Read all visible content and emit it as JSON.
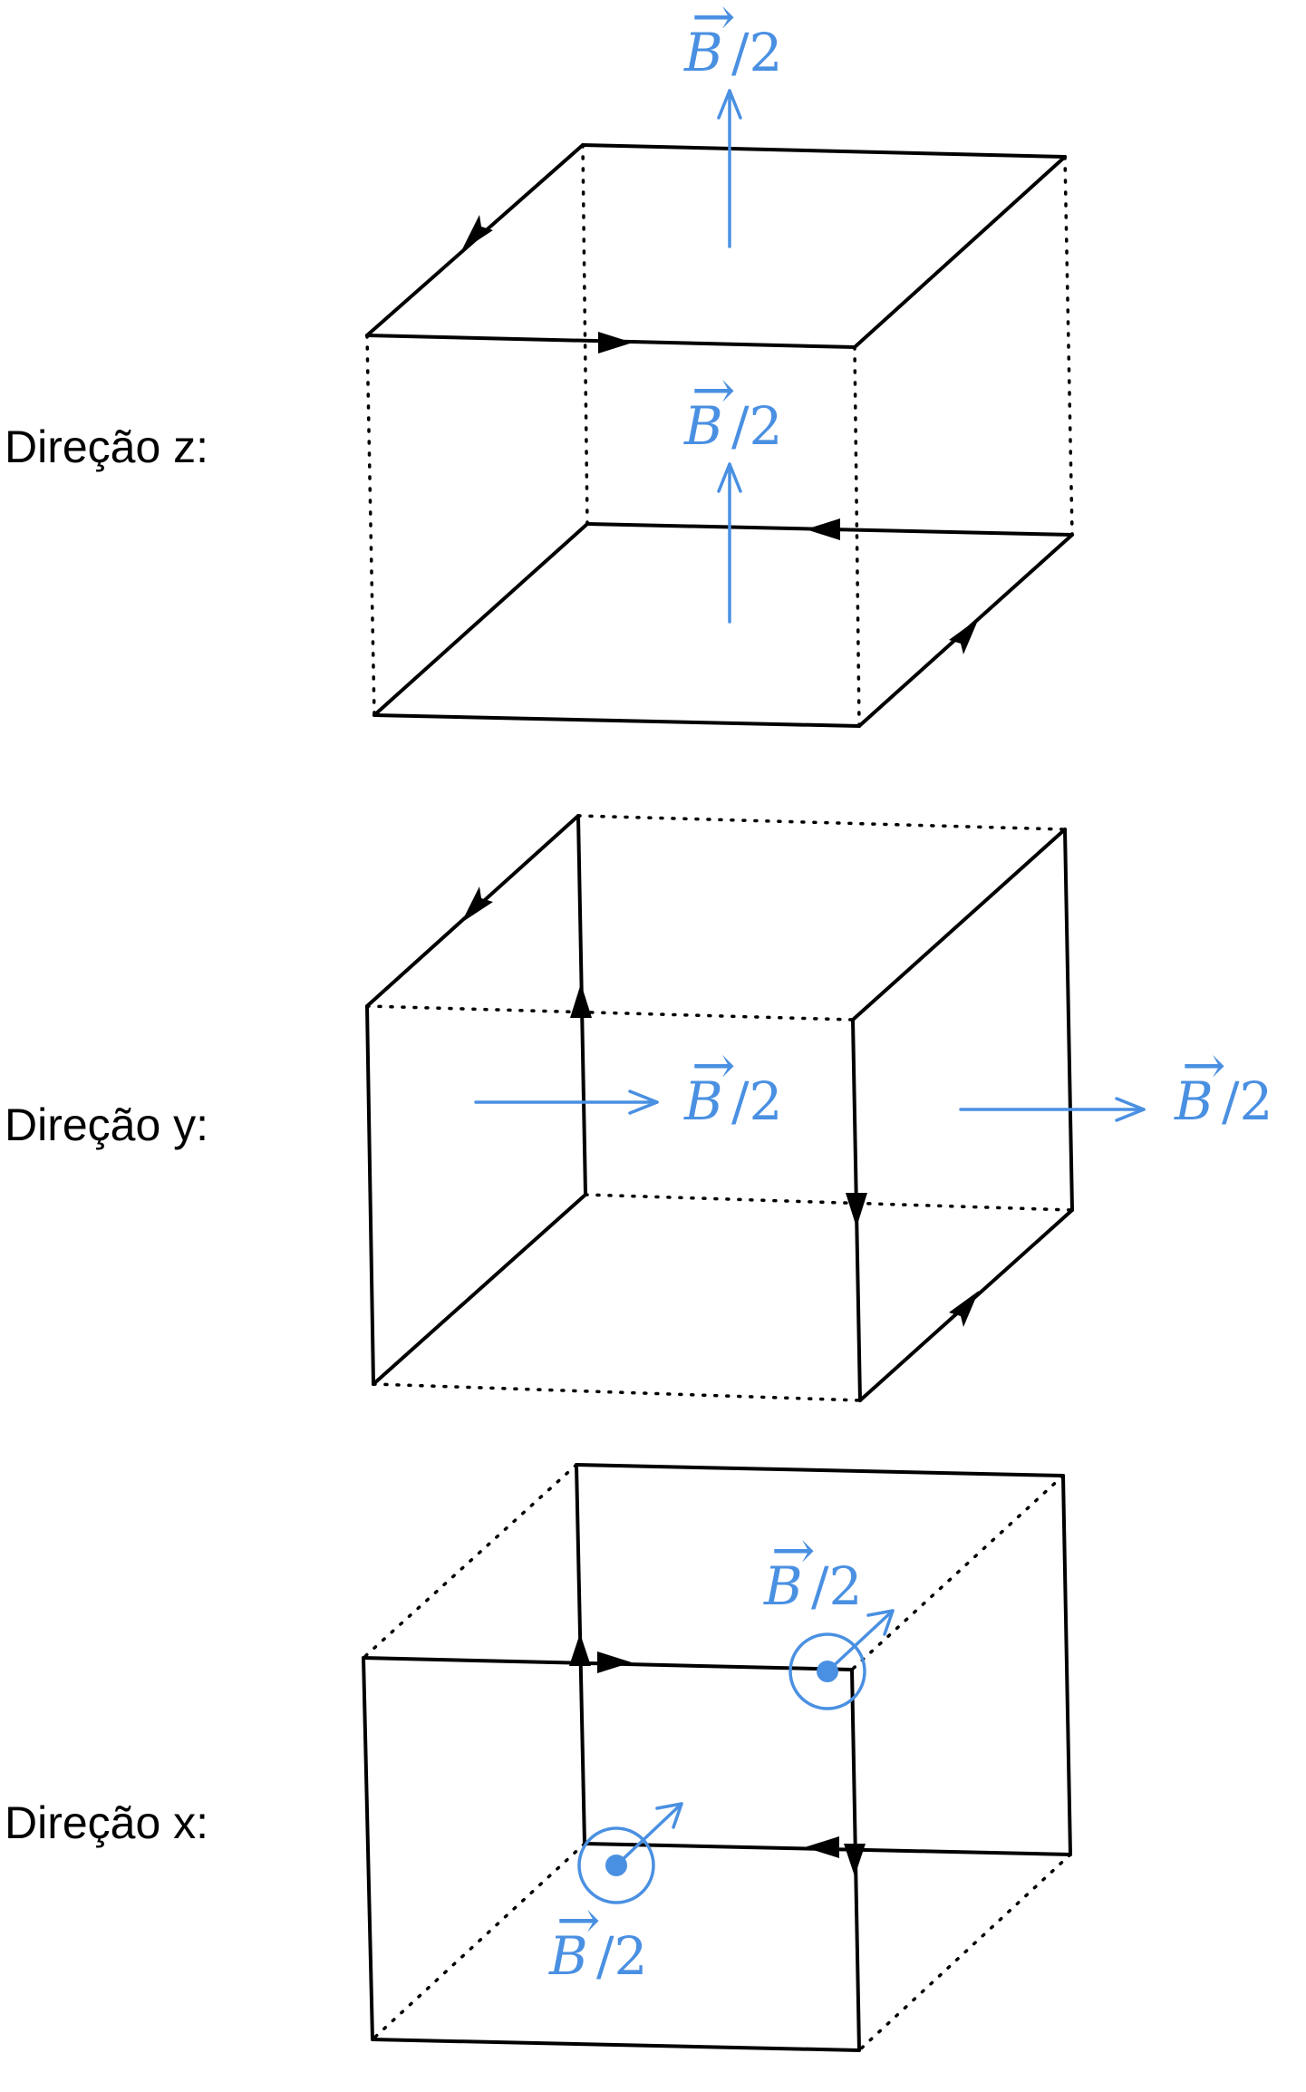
{
  "colors": {
    "field": "#4a90e2",
    "edge": "#000000"
  },
  "labels": {
    "z": "Direção z:",
    "y": "Direção y:",
    "x": "Direção x:"
  },
  "field": {
    "symbol": "B",
    "divisor": "/2",
    "vector_mark": "→"
  }
}
